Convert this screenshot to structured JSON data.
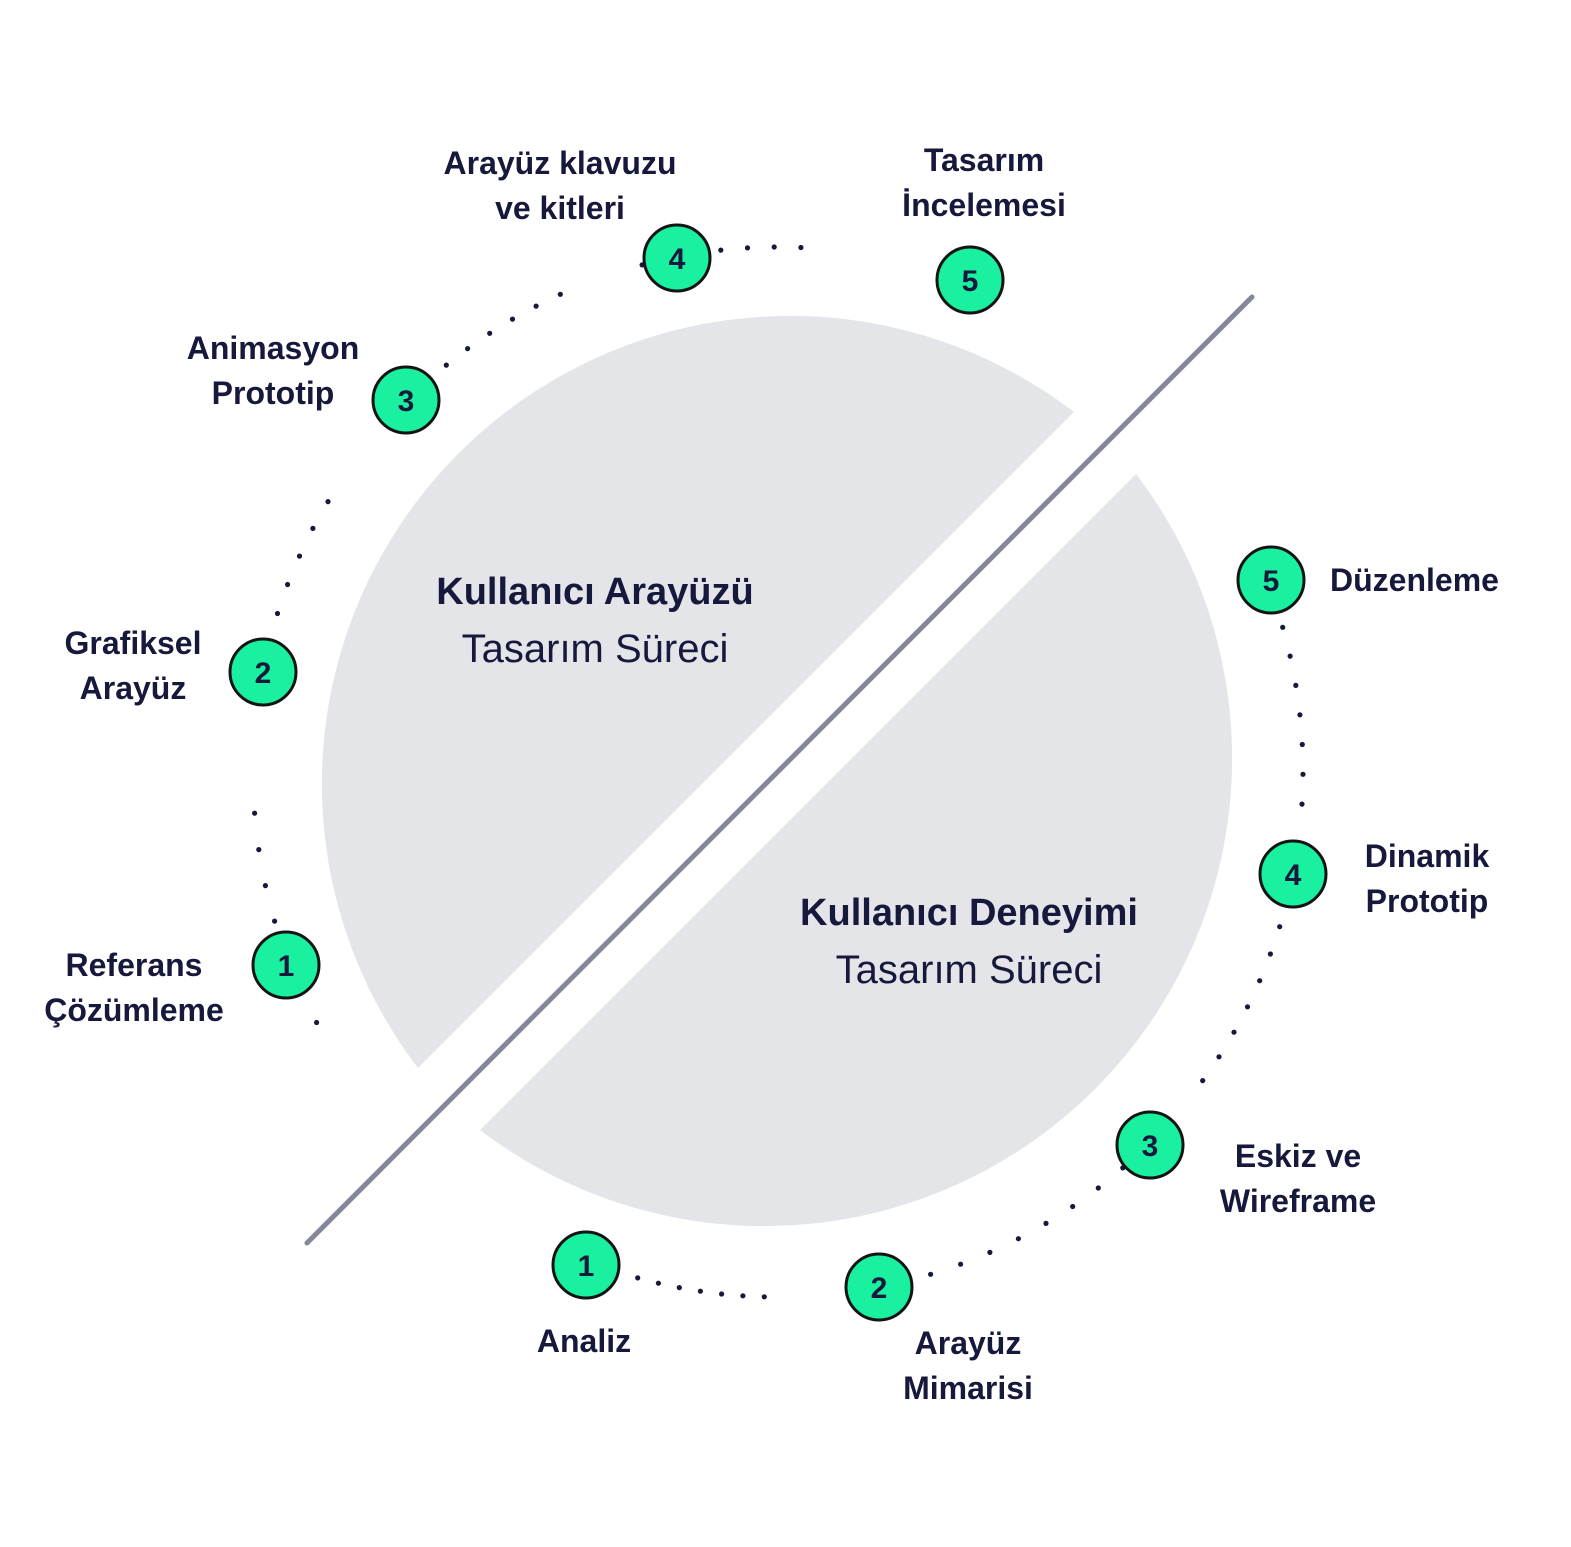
{
  "colors": {
    "background": "#ffffff",
    "half_circle_fill": "#e4e5e9",
    "divider_line": "#838797",
    "badge_fill": "#19f0a0",
    "badge_stroke": "#141414",
    "text": "#16193b",
    "dots": "#16193b"
  },
  "ui_half": {
    "title": "Kullanıcı Arayüzü",
    "subtitle": "Tasarım Süreci",
    "steps": [
      {
        "number": "1",
        "label_lines": [
          "Referans",
          "Çözümleme"
        ]
      },
      {
        "number": "2",
        "label_lines": [
          "Grafiksel",
          "Arayüz"
        ]
      },
      {
        "number": "3",
        "label_lines": [
          "Animasyon",
          "Prototip"
        ]
      },
      {
        "number": "4",
        "label_lines": [
          "Arayüz klavuzu",
          "ve kitleri"
        ]
      },
      {
        "number": "5",
        "label_lines": [
          "Tasarım",
          "İncelemesi"
        ]
      }
    ]
  },
  "ux_half": {
    "title": "Kullanıcı Deneyimi",
    "subtitle": "Tasarım Süreci",
    "steps": [
      {
        "number": "1",
        "label_lines": [
          "Analiz"
        ]
      },
      {
        "number": "2",
        "label_lines": [
          "Arayüz",
          "Mimarisi"
        ]
      },
      {
        "number": "3",
        "label_lines": [
          "Eskiz ve",
          "Wireframe"
        ]
      },
      {
        "number": "4",
        "label_lines": [
          "Dinamik",
          "Prototip"
        ]
      },
      {
        "number": "5",
        "label_lines": [
          "Düzenleme"
        ]
      }
    ]
  }
}
